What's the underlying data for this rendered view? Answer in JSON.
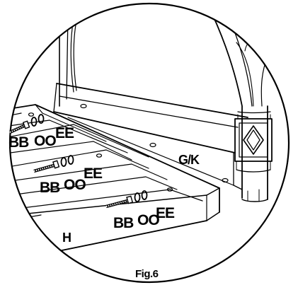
{
  "figure": {
    "caption": "Fig.6",
    "part_labels": {
      "frame": "G/K",
      "panel": "H"
    },
    "hardware_groups": [
      {
        "bolt": "BB",
        "washer": "OO",
        "lock_washer": "EE"
      },
      {
        "bolt": "BB",
        "washer": "OO",
        "lock_washer": "EE"
      },
      {
        "bolt": "BB",
        "washer": "OO",
        "lock_washer": "EE"
      }
    ],
    "colors": {
      "line": "#000000",
      "paper": "#ffffff"
    }
  }
}
